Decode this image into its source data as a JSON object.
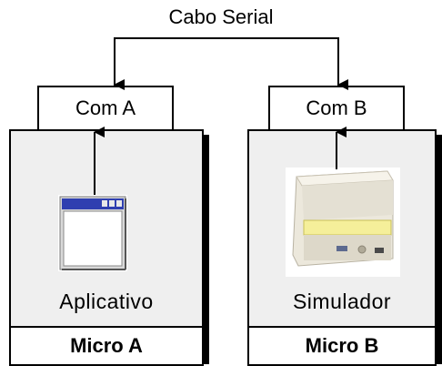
{
  "title": "Cabo Serial",
  "left": {
    "port_label": "Com A",
    "component_label": "Aplicativo",
    "machine_label": "Micro A",
    "icon": "application-window-icon"
  },
  "right": {
    "port_label": "Com B",
    "component_label": "Simulador",
    "machine_label": "Micro B",
    "icon": "printer-icon"
  },
  "colors": {
    "panel": "#efefef",
    "border": "#000000",
    "window_titlebar": "#2f3fb0"
  }
}
